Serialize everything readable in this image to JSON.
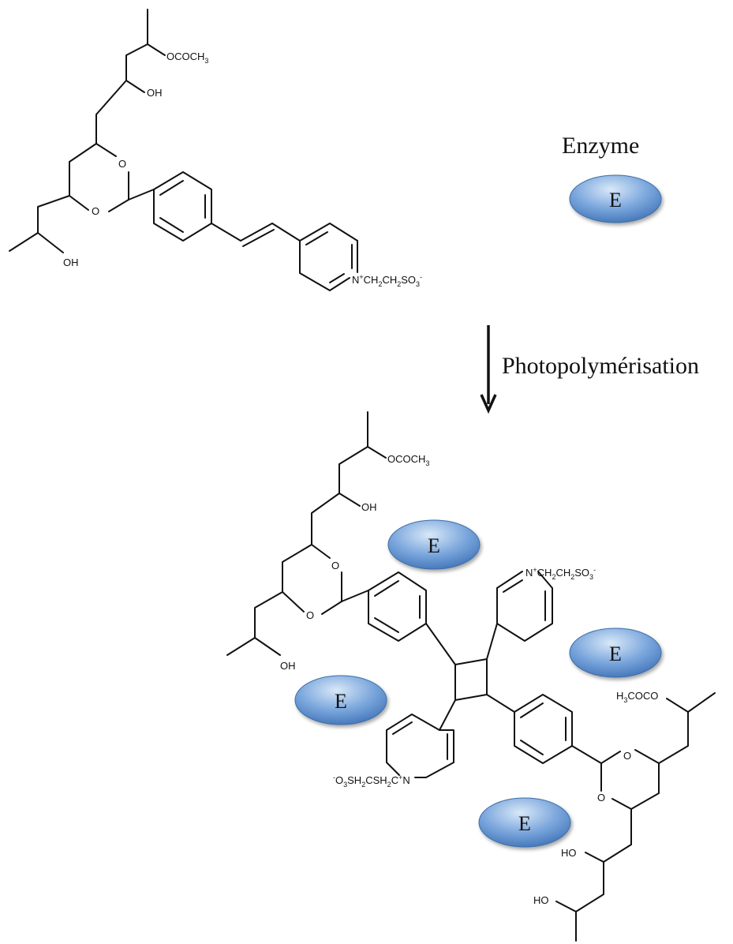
{
  "labels": {
    "enzyme_title": "Enzyme",
    "enzyme_symbol": "E",
    "reaction": "Photopolymérisation"
  },
  "atoms": {
    "o": "O",
    "oh": "OH",
    "ho": "HO",
    "acetate_right": "OCOCH",
    "acetate_left": "H",
    "acetate_left_tail": "COCO",
    "three": "3",
    "n": "N",
    "plus": "+",
    "minus": "-",
    "two": "2",
    "ch": "CH",
    "so": "SO",
    "sh": "SH",
    "c": "C"
  },
  "colors": {
    "enzyme_fill_light": "#b9d3ee",
    "enzyme_fill_dark": "#4a7fc0",
    "enzyme_stroke": "#3d6ea8",
    "ink": "#111111"
  }
}
